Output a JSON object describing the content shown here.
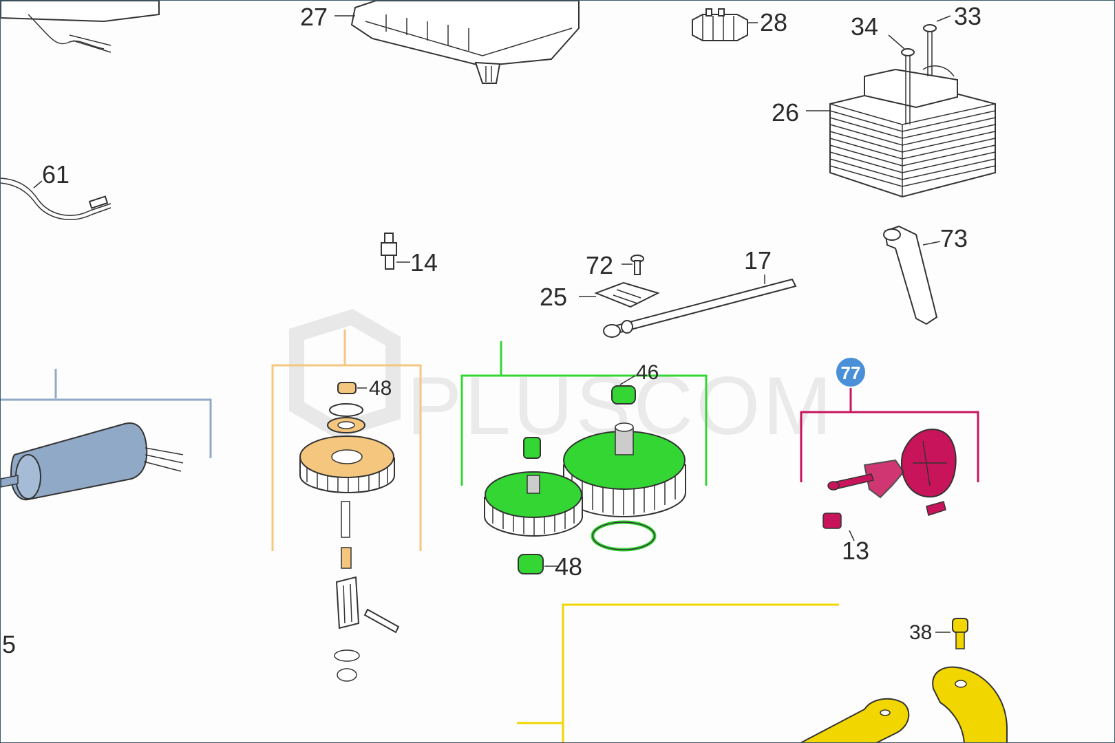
{
  "watermark": "PLUSCOM",
  "badge": "77",
  "labels": {
    "p27": "27",
    "p28": "28",
    "p34": "34",
    "p33": "33",
    "p26": "26",
    "p61": "61",
    "p14": "14",
    "p72": "72",
    "p17": "17",
    "p25": "25",
    "p73": "73",
    "p48a": "48",
    "p46": "46",
    "p48b": "48",
    "p13": "13",
    "p38": "38",
    "p5": "5"
  },
  "colors": {
    "blue_group": "#8fa9c7",
    "tan_group": "#f5c77e",
    "green_group": "#33d633",
    "magenta_group": "#c8145a",
    "yellow_group": "#f2d600",
    "badge": "#4a90d9"
  }
}
